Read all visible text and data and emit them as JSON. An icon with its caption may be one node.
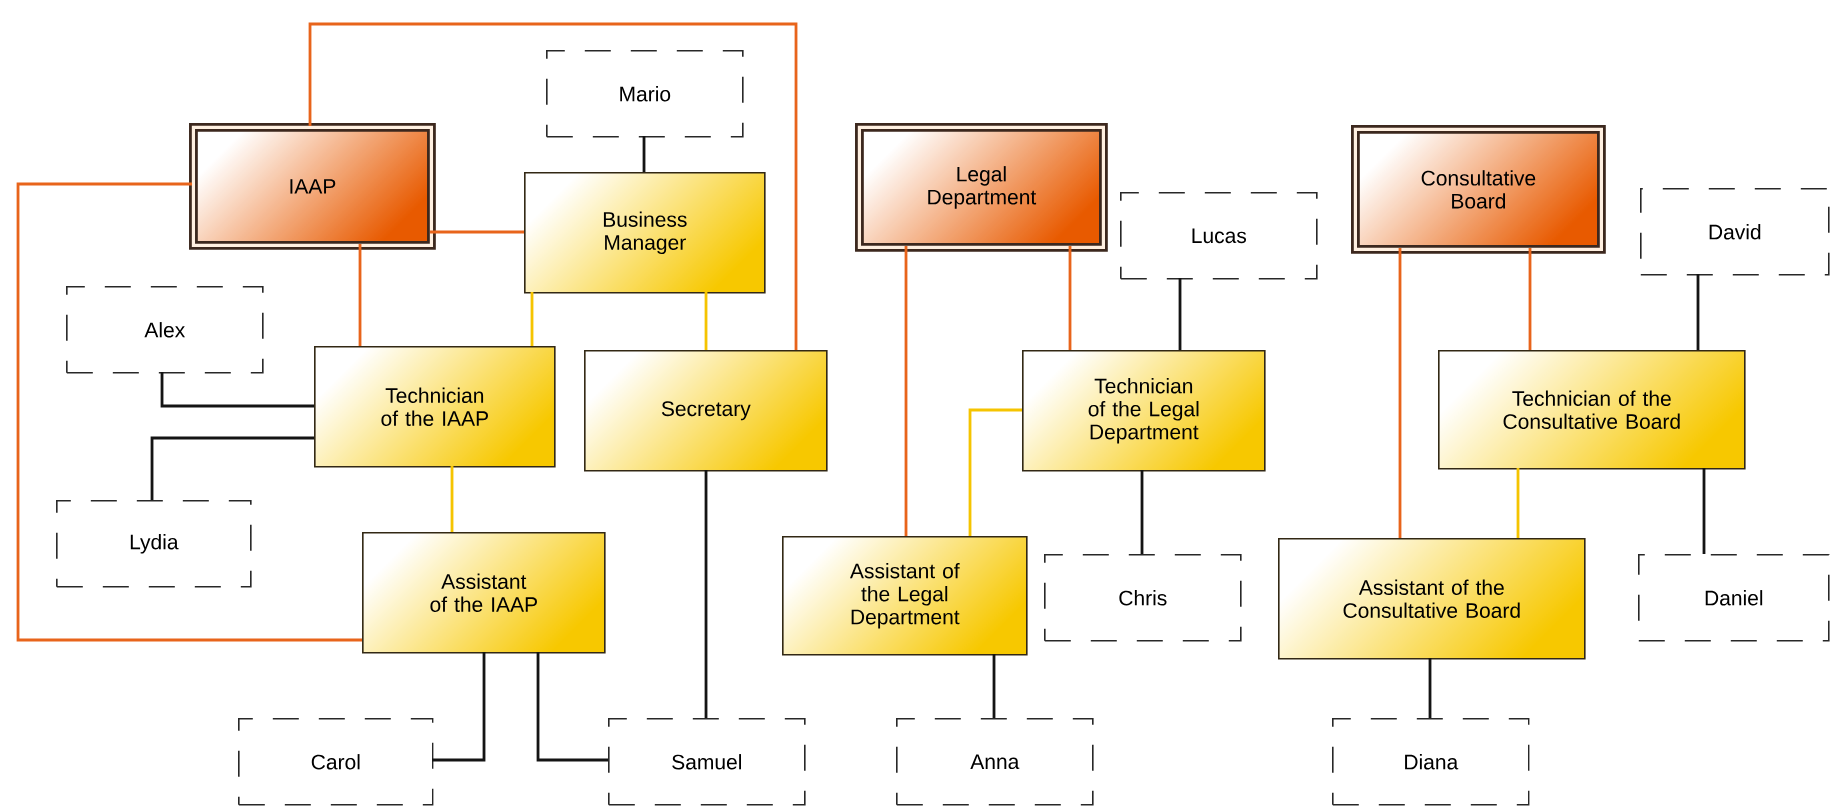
{
  "diagram": {
    "nodes": [
      {
        "text": [
          "IAAP"
        ]
      },
      {
        "text": [
          "Mario"
        ]
      },
      {
        "text": [
          "Business Manager"
        ]
      },
      {
        "text": [
          "Alex"
        ]
      },
      {
        "text": [
          "Technician of the IAAP"
        ]
      },
      {
        "text": [
          "Secretary"
        ]
      },
      {
        "text": [
          "Lydia"
        ]
      },
      {
        "text": [
          "Assistant of the IAAP"
        ]
      },
      {
        "text": [
          "Carol"
        ]
      },
      {
        "text": [
          "Samuel"
        ]
      },
      {
        "text": [
          "Legal Department"
        ]
      },
      {
        "text": [
          "Lucas"
        ]
      },
      {
        "text": [
          "Technician of the Legal Department"
        ]
      },
      {
        "text": [
          "Assistant of the Legal Department"
        ]
      },
      {
        "text": [
          "Chris"
        ]
      },
      {
        "text": [
          "Anna"
        ]
      },
      {
        "text": [
          "Consultative Board"
        ]
      },
      {
        "text": [
          "David"
        ]
      },
      {
        "text": [
          "Technician of the Consultative Board"
        ]
      },
      {
        "text": [
          "Daniel"
        ]
      },
      {
        "text": [
          "Assistant of the Consultative Board"
        ]
      },
      {
        "text": [
          "Diana"
        ]
      }
    ],
    "edges": [
      {
        "from": 0,
        "to": 2,
        "arrow": "none",
        "color": "#e8641b"
      },
      {
        "from": 0,
        "to": 5,
        "arrow": "none",
        "color": "#e8641b"
      },
      {
        "from": 0,
        "to": 7,
        "arrow": "none",
        "color": "#e8641b"
      },
      {
        "from": 0,
        "to": 4,
        "arrow": "none",
        "color": "#e8641b"
      },
      {
        "from": 1,
        "to": 2,
        "arrow": "none"
      },
      {
        "from": 2,
        "to": 4,
        "arrow": "none",
        "color": "#f5c400"
      },
      {
        "from": 2,
        "to": 5,
        "arrow": "none",
        "color": "#f5c400"
      },
      {
        "from": 3,
        "to": 4,
        "arrow": "none"
      },
      {
        "from": 4,
        "to": 6,
        "arrow": "none"
      },
      {
        "from": 4,
        "to": 7,
        "arrow": "none",
        "color": "#f5c400"
      },
      {
        "from": 7,
        "to": 8,
        "arrow": "none"
      },
      {
        "from": 7,
        "to": 9,
        "arrow": "none"
      },
      {
        "from": 5,
        "to": 9,
        "arrow": "none"
      },
      {
        "from": 10,
        "to": 13,
        "arrow": "none",
        "color": "#e8641b"
      },
      {
        "from": 10,
        "to": 12,
        "arrow": "none",
        "color": "#e8641b"
      },
      {
        "from": 11,
        "to": 12,
        "arrow": "none"
      },
      {
        "from": 12,
        "to": 13,
        "arrow": "none",
        "color": "#f5c400"
      },
      {
        "from": 12,
        "to": 14,
        "arrow": "none"
      },
      {
        "from": 13,
        "to": 15,
        "arrow": "none"
      },
      {
        "from": 16,
        "to": 20,
        "arrow": "none",
        "color": "#e8641b"
      },
      {
        "from": 16,
        "to": 18,
        "arrow": "none",
        "color": "#e8641b"
      },
      {
        "from": 17,
        "to": 18,
        "arrow": "none"
      },
      {
        "from": 18,
        "to": 20,
        "arrow": "none",
        "color": "#f5c400"
      },
      {
        "from": 18,
        "to": 19,
        "arrow": "none"
      },
      {
        "from": 20,
        "to": 21,
        "arrow": "none"
      }
    ]
  }
}
